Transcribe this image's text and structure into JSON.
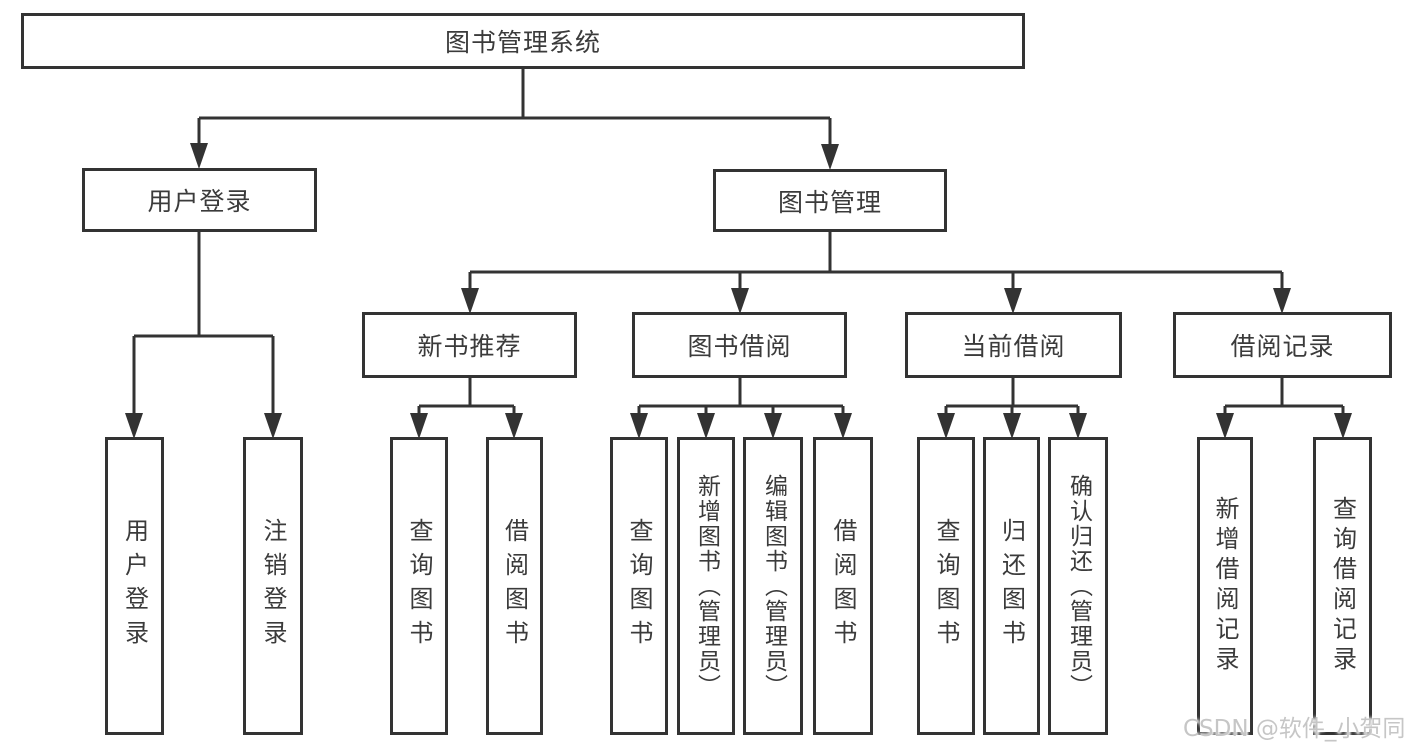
{
  "colors": {
    "line": "#333333",
    "text": "#3b3b3b",
    "background": "#ffffff",
    "watermark": "#c6c6c6"
  },
  "watermark": {
    "text": "CSDN @软件_小贺同学"
  },
  "tree": {
    "label": "图书管理系统",
    "children": [
      {
        "label": "用户登录",
        "children": [
          {
            "label": "用户登录"
          },
          {
            "label": "注销登录"
          }
        ]
      },
      {
        "label": "图书管理",
        "children": [
          {
            "label": "新书推荐",
            "children": [
              {
                "label": "查询图书"
              },
              {
                "label": "借阅图书"
              }
            ]
          },
          {
            "label": "图书借阅",
            "children": [
              {
                "label": "查询图书"
              },
              {
                "label": "新增图书（管理员）"
              },
              {
                "label": "编辑图书（管理员）"
              },
              {
                "label": "借阅图书"
              }
            ]
          },
          {
            "label": "当前借阅",
            "children": [
              {
                "label": "查询图书"
              },
              {
                "label": "归还图书"
              },
              {
                "label": "确认归还（管理员）"
              }
            ]
          },
          {
            "label": "借阅记录",
            "children": [
              {
                "label": "新增借阅记录"
              },
              {
                "label": "查询借阅记录"
              }
            ]
          }
        ]
      }
    ]
  }
}
